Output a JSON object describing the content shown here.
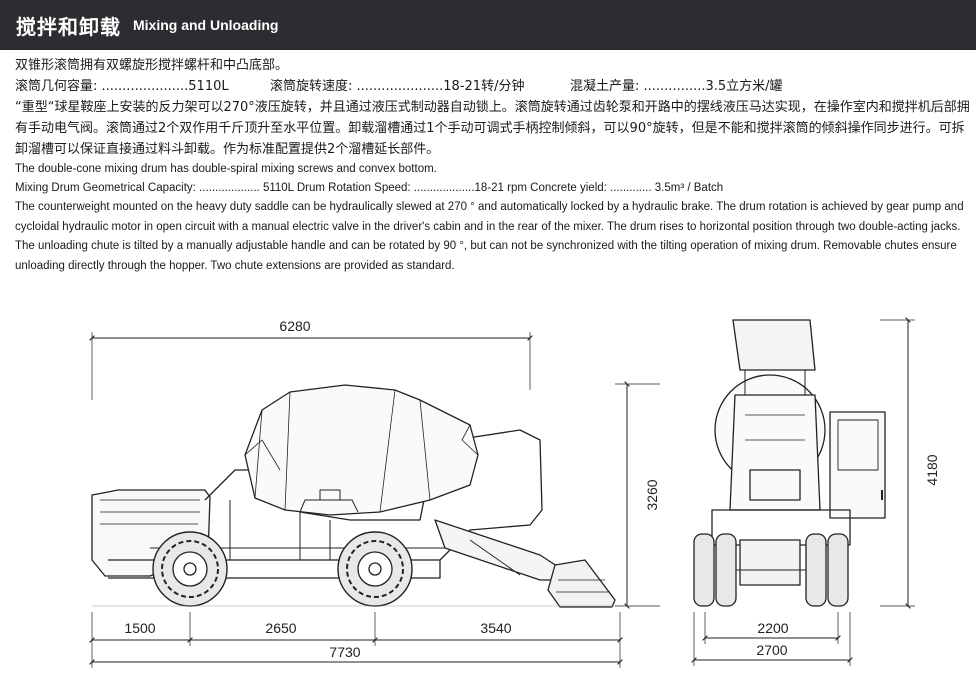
{
  "header": {
    "title_zh": "搅拌和卸载",
    "title_en": "Mixing and Unloading"
  },
  "zh": {
    "line1": "双锥形滚筒拥有双螺旋形搅拌螺杆和中凸底部。",
    "spec1": "滚筒几何容量: .....................5110L",
    "spec2": "滚筒旋转速度: .....................18-21转/分钟",
    "spec3": "混凝土产量: ...............3.5立方米/罐",
    "para": "“重型“球星鞍座上安装的反力架可以270°液压旋转，并且通过液压式制动器自动锁上。滚筒旋转通过齿轮泵和开路中的摆线液压马达实现，在操作室内和搅拌机后部拥有手动电气阀。滚筒通过2个双作用千斤顶升至水平位置。卸载溜槽通过1个手动可调式手柄控制倾斜，可以90°旋转，但是不能和搅拌滚筒的倾斜操作同步进行。可拆卸溜槽可以保证直接通过料斗卸载。作为标准配置提供2个溜槽延长部件。"
  },
  "en": {
    "line1": "The double-cone mixing drum has double-spiral mixing  screws and convex bottom.",
    "line2": "Mixing Drum Geometrical Capacity: ................... 5110L Drum Rotation Speed: ...................18-21 rpm Concrete yield: ............. 3.5m³ / Batch",
    "para": "The counterweight mounted on the heavy duty saddle can be hydraulically slewed at 270 ° and automatically locked by a hydraulic brake. The drum rotation is achieved by gear pump and cycloidal hydraulic motor in open circuit with a manual electric valve in the driver's cabin and in the rear of the mixer. The drum rises to horizontal position through two double-acting jacks. The unloading chute is tilted by a manually adjustable handle and can be rotated by 90 °, but can not be synchronized with the tilting operation of mixing drum. Removable chutes ensure unloading directly through the hopper. Two chute extensions are provided as standard."
  },
  "dimensions": {
    "overall_top": "6280",
    "height_side": "3260",
    "height_front": "4180",
    "seg_rear": "1500",
    "seg_wheelbase": "2650",
    "seg_front": "3540",
    "overall_length": "7730",
    "track_width": "2200",
    "overall_width": "2700"
  }
}
